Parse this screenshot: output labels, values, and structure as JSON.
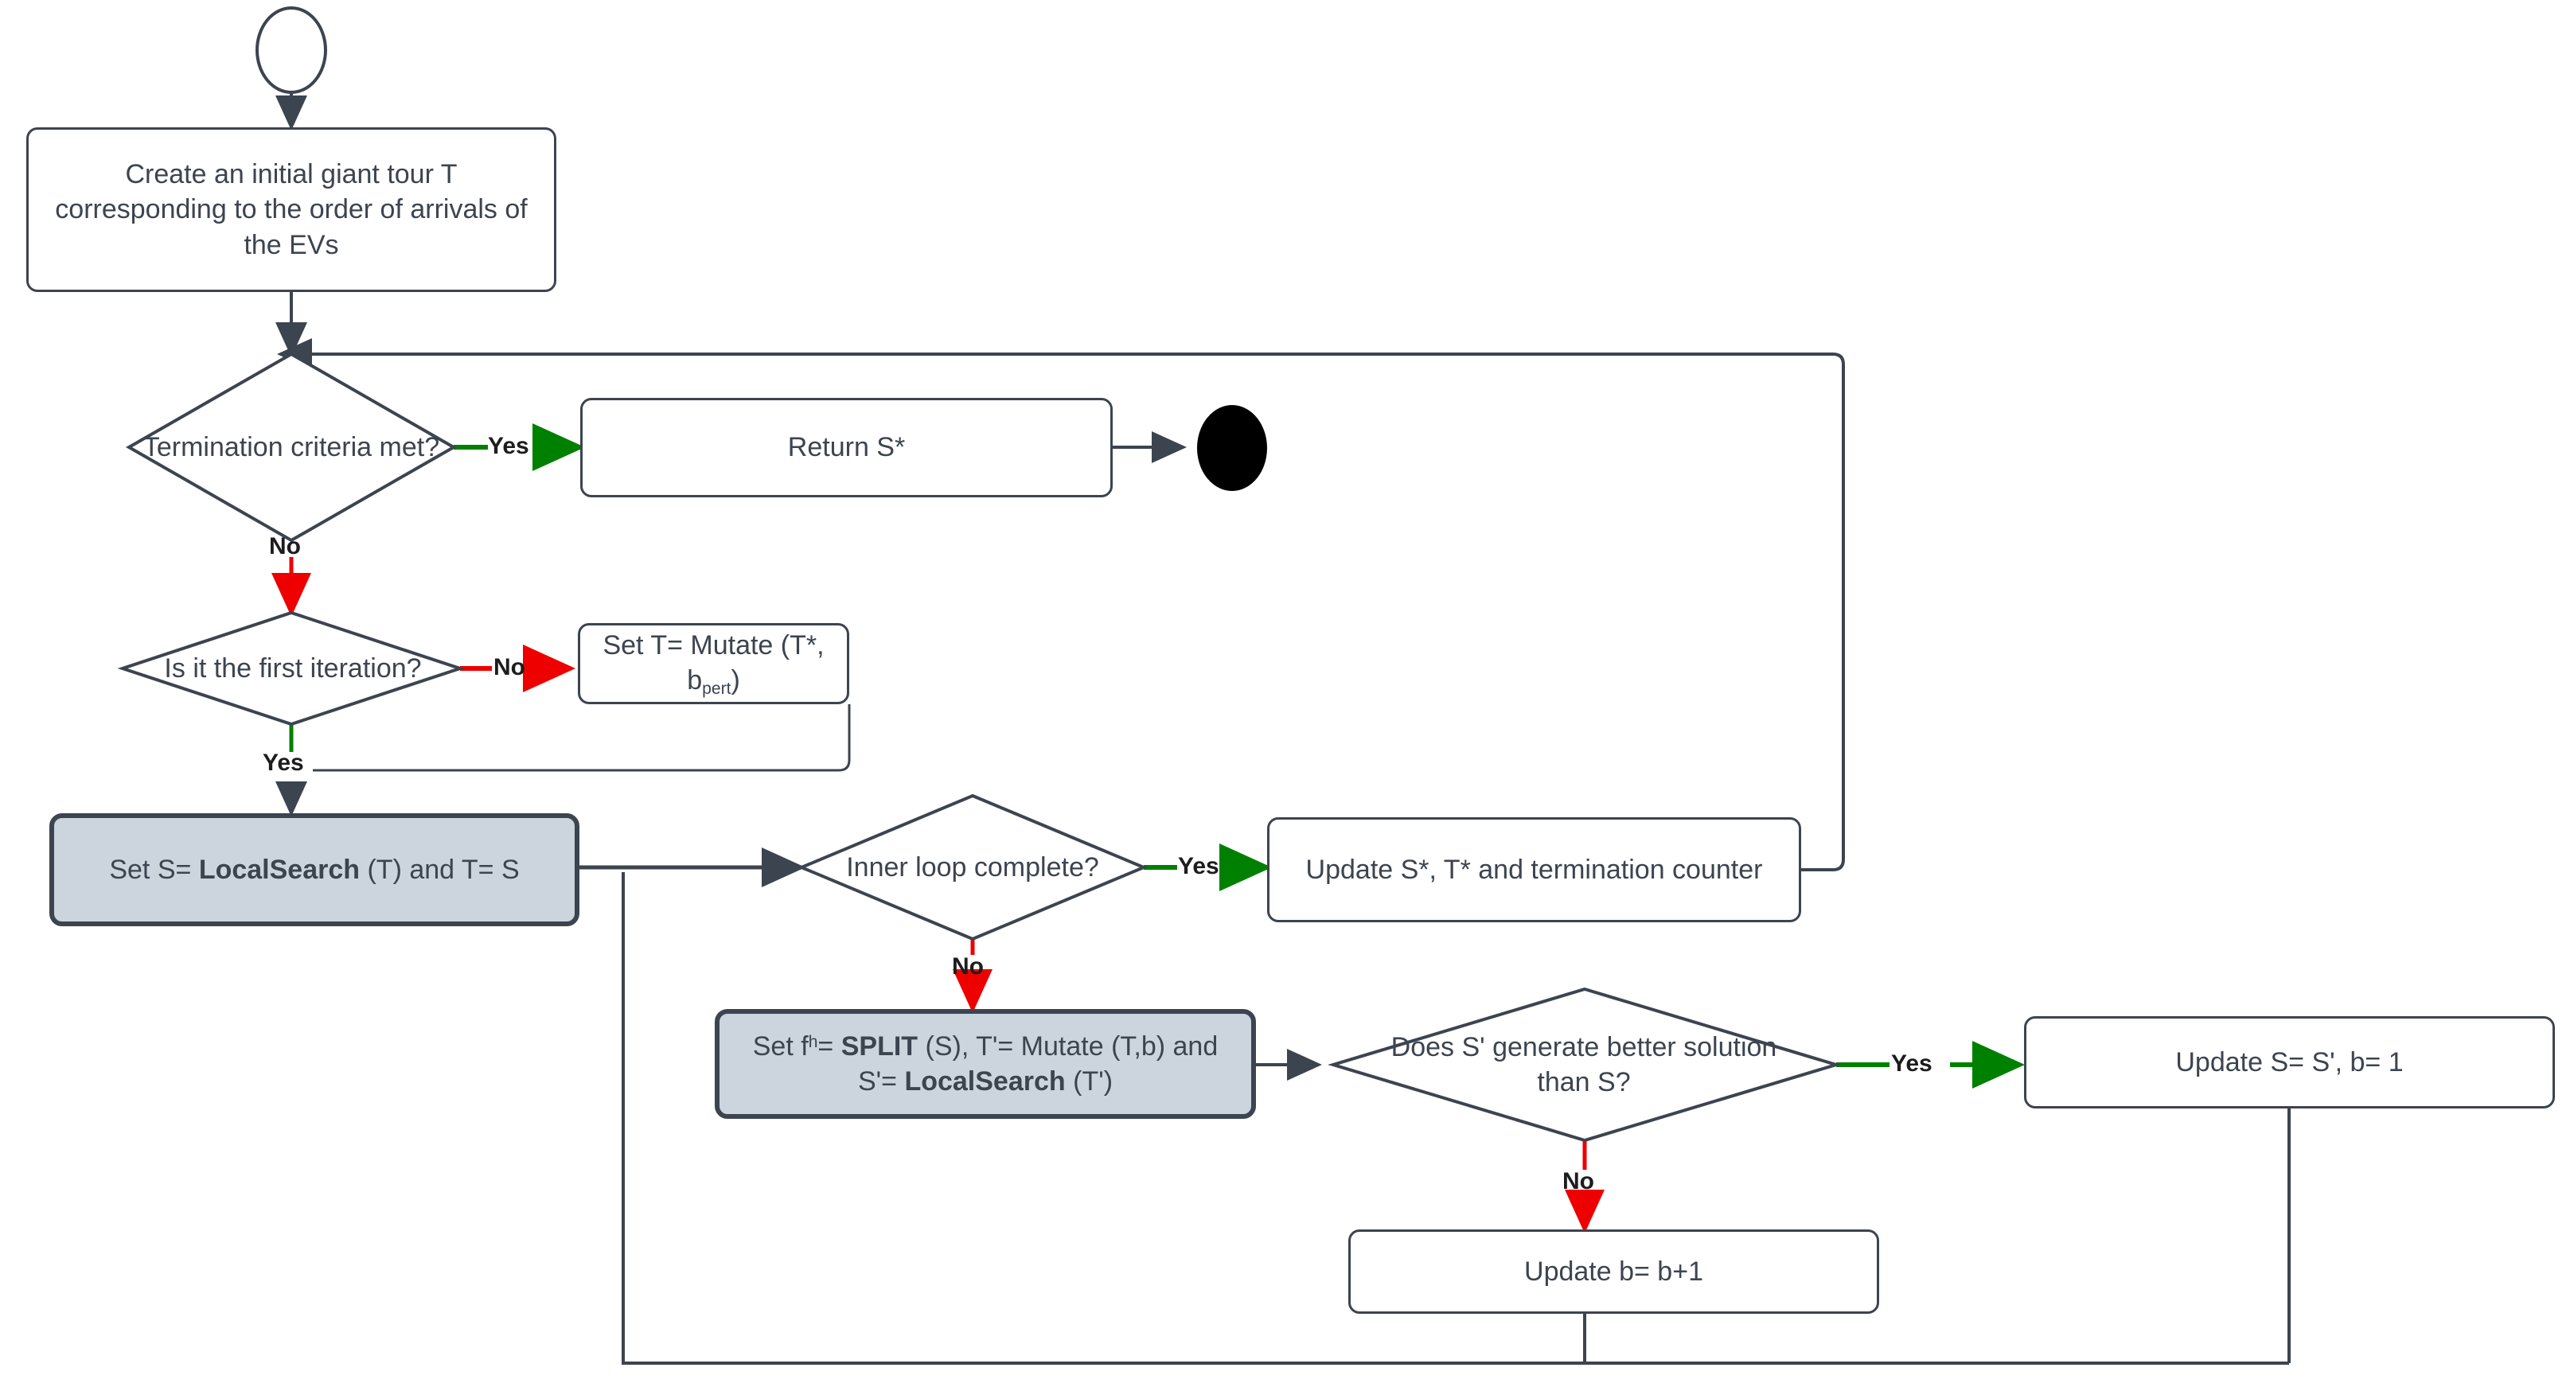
{
  "diagram": {
    "title": "Hybrid metaheuristic flowchart",
    "colors": {
      "stroke": "#3c4450",
      "shaded_fill": "#ccd4dd",
      "yes_green": "#008000",
      "no_red": "#ee0000",
      "terminal_black": "#000000",
      "background": "#ffffff"
    }
  },
  "nodes": {
    "start": {
      "kind": "start-circle",
      "label": ""
    },
    "init_tour": {
      "kind": "process",
      "text": "Create an initial giant tour T corresponding to the order of arrivals of the EVs"
    },
    "termination_decision": {
      "kind": "decision",
      "text": "Termination criteria met?"
    },
    "return_best": {
      "kind": "process",
      "text": "Return S*"
    },
    "end": {
      "kind": "end-circle",
      "label": ""
    },
    "first_iteration_decision": {
      "kind": "decision",
      "text": "Is it the first iteration?"
    },
    "set_mutate": {
      "kind": "process",
      "text_parts": [
        "Set T= Mutate (T*, b",
        "pert",
        ")"
      ]
    },
    "local_search": {
      "kind": "process-shaded",
      "text_parts": [
        "Set S= ",
        "LocalSearch",
        " (T) and T= S"
      ]
    },
    "inner_loop_decision": {
      "kind": "decision",
      "text": "Inner loop complete?"
    },
    "update_best": {
      "kind": "process",
      "text": "Update S*, T* and termination counter"
    },
    "split_step": {
      "kind": "process-shaded",
      "text_parts": [
        "Set f",
        "h",
        "= ",
        "SPLIT",
        " (S), T'= Mutate (T,b) and S'= ",
        "LocalSearch",
        " (T')"
      ]
    },
    "better_solution_decision": {
      "kind": "decision",
      "text": "Does S' generate better solution than S?"
    },
    "update_s_b1": {
      "kind": "process",
      "text": "Update S= S', b= 1"
    },
    "update_b_plus": {
      "kind": "process",
      "text": "Update b= b+1"
    }
  },
  "edge_labels": {
    "termination_yes": "Yes",
    "termination_no": "No",
    "first_iteration_no": "No",
    "first_iteration_yes": "Yes",
    "inner_loop_yes": "Yes",
    "inner_loop_no": "No",
    "better_yes": "Yes",
    "better_no": "No"
  }
}
